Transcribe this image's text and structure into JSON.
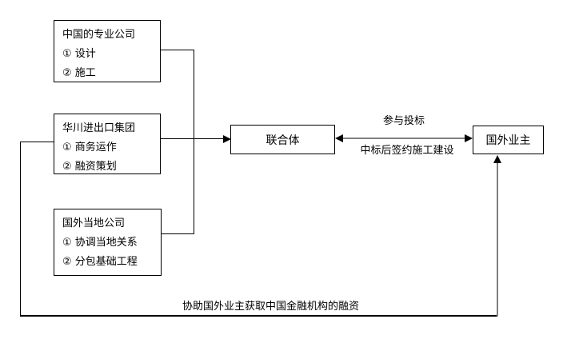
{
  "left_boxes": [
    {
      "id": "china-professional",
      "title": "中国的专业公司",
      "items": [
        "① 设计",
        "② 施工"
      ]
    },
    {
      "id": "huachuan-import-export",
      "title": "华川进出口集团",
      "items": [
        "① 商务运作",
        "② 融资策划"
      ]
    },
    {
      "id": "foreign-local",
      "title": "国外当地公司",
      "items": [
        "① 协调当地关系",
        "② 分包基础工程"
      ]
    }
  ],
  "center_box": {
    "label": "联合体"
  },
  "right_box": {
    "label": "国外业主"
  },
  "edge_labels": {
    "bid": "参与投标",
    "contract": "中标后签约施工建设",
    "financing": "协助国外业主获取中国金融机构的融资"
  },
  "colors": {
    "background": "#ffffff",
    "box_border": "#000000",
    "connector_line": "#000000",
    "secondary_line": "#7f7f7f",
    "text": "#000000"
  }
}
